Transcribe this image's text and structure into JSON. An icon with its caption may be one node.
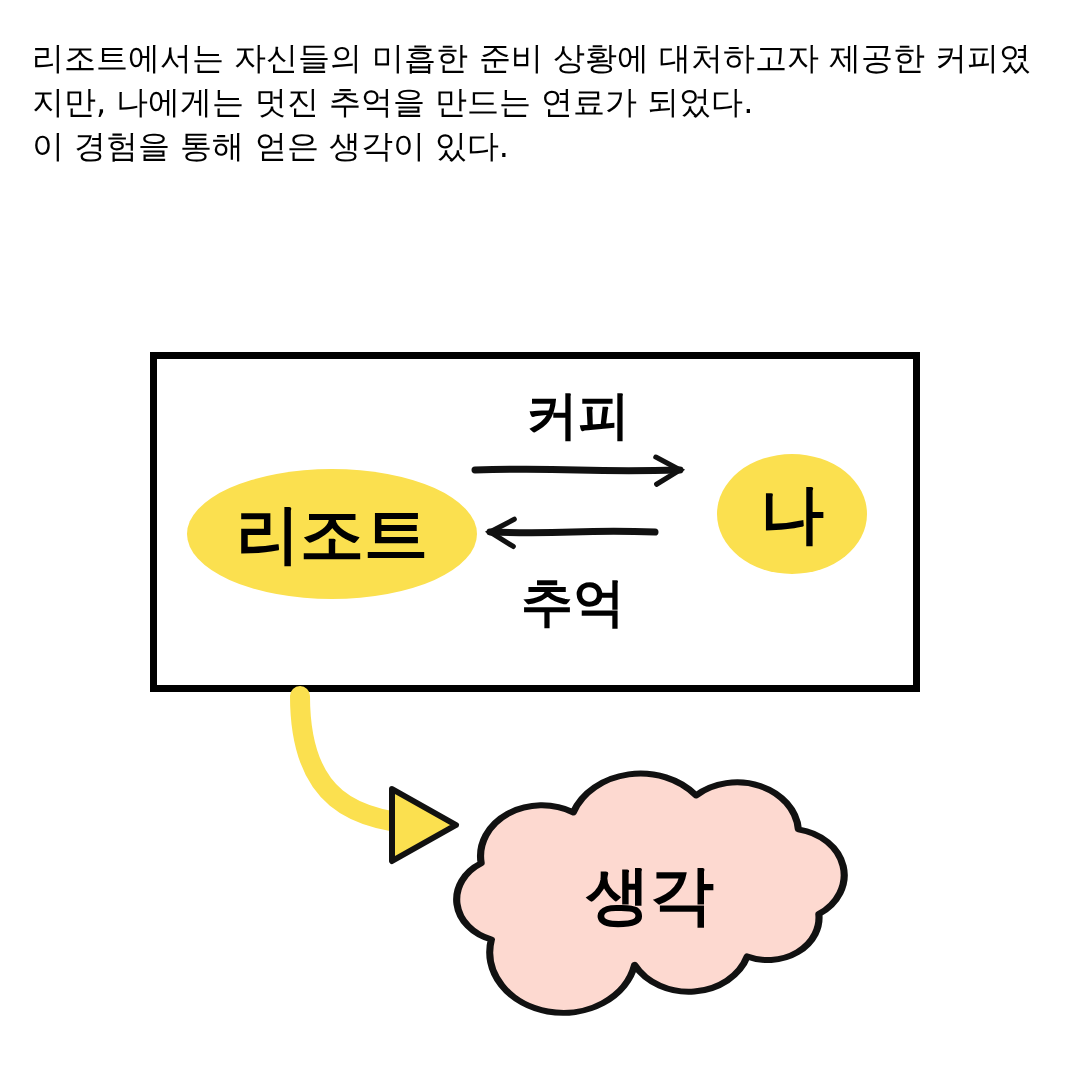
{
  "diagram": {
    "nodes": [
      {
        "text": [],
        "shape": "box"
      },
      {
        "text": [
          "리조트"
        ],
        "in": 0
      },
      {
        "text": [
          "나"
        ],
        "in": 0
      },
      {
        "text": [
          "생각"
        ]
      }
    ],
    "edges": [
      {
        "from": 1,
        "to": 2,
        "arrow": "to",
        "label": "커피"
      },
      {
        "from": 2,
        "to": 1,
        "arrow": "to",
        "label": "추억"
      },
      {
        "from": 0,
        "to": 3,
        "arrow": "to",
        "style": "thick",
        "color": "#fbe04f"
      }
    ],
    "labels": [
      "리조트에서는 자신들의 미흡한 준비 상황에 대처하고자 제공한 커피였지만, 나에게는 멋진 추억을 만드는 연료가 되었다.",
      "이 경험을 통해 얻은 생각이 있다."
    ]
  }
}
